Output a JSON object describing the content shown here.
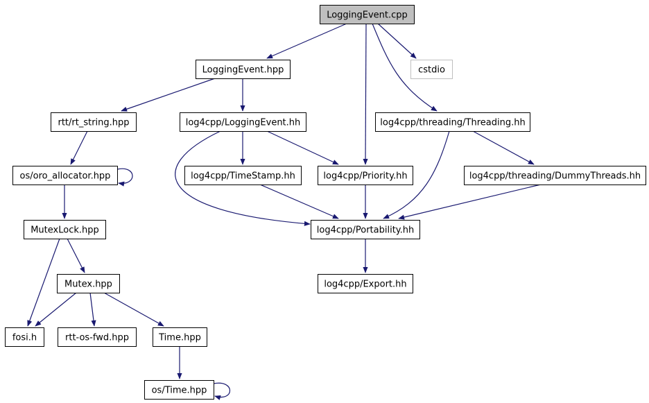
{
  "diagram": {
    "edge_color": "#191970",
    "root_fill": "#bfbfbf",
    "muted_border": "#bfbfbf",
    "nodes": [
      {
        "id": "n1",
        "label": "LoggingEvent.cpp",
        "style": "root"
      },
      {
        "id": "n2",
        "label": "LoggingEvent.hpp",
        "style": "normal"
      },
      {
        "id": "n3",
        "label": "cstdio",
        "style": "muted"
      },
      {
        "id": "n4",
        "label": "rtt/rt_string.hpp",
        "style": "normal"
      },
      {
        "id": "n5",
        "label": "log4cpp/LoggingEvent.hh",
        "style": "normal"
      },
      {
        "id": "n6",
        "label": "log4cpp/threading/Threading.hh",
        "style": "normal"
      },
      {
        "id": "n7",
        "label": "os/oro_allocator.hpp",
        "style": "normal"
      },
      {
        "id": "n8",
        "label": "log4cpp/TimeStamp.hh",
        "style": "normal"
      },
      {
        "id": "n9",
        "label": "log4cpp/Priority.hh",
        "style": "normal"
      },
      {
        "id": "n10",
        "label": "log4cpp/threading/DummyThreads.hh",
        "style": "normal"
      },
      {
        "id": "n11",
        "label": "MutexLock.hpp",
        "style": "normal"
      },
      {
        "id": "n12",
        "label": "log4cpp/Portability.hh",
        "style": "normal"
      },
      {
        "id": "n13",
        "label": "Mutex.hpp",
        "style": "normal"
      },
      {
        "id": "n14",
        "label": "log4cpp/Export.hh",
        "style": "normal"
      },
      {
        "id": "n15",
        "label": "fosi.h",
        "style": "normal"
      },
      {
        "id": "n16",
        "label": "rtt-os-fwd.hpp",
        "style": "normal"
      },
      {
        "id": "n17",
        "label": "Time.hpp",
        "style": "normal"
      },
      {
        "id": "n18",
        "label": "os/Time.hpp",
        "style": "normal"
      }
    ],
    "edges": [
      [
        "n1",
        "n2"
      ],
      [
        "n1",
        "n3"
      ],
      [
        "n1",
        "n9"
      ],
      [
        "n1",
        "n6"
      ],
      [
        "n2",
        "n4"
      ],
      [
        "n2",
        "n5"
      ],
      [
        "n4",
        "n7"
      ],
      [
        "n7",
        "n7"
      ],
      [
        "n7",
        "n11"
      ],
      [
        "n5",
        "n8"
      ],
      [
        "n5",
        "n9"
      ],
      [
        "n5",
        "n12"
      ],
      [
        "n6",
        "n10"
      ],
      [
        "n6",
        "n12"
      ],
      [
        "n8",
        "n12"
      ],
      [
        "n9",
        "n12"
      ],
      [
        "n10",
        "n12"
      ],
      [
        "n12",
        "n14"
      ],
      [
        "n11",
        "n15"
      ],
      [
        "n11",
        "n13"
      ],
      [
        "n13",
        "n15"
      ],
      [
        "n13",
        "n16"
      ],
      [
        "n13",
        "n17"
      ],
      [
        "n17",
        "n18"
      ],
      [
        "n18",
        "n18"
      ]
    ]
  }
}
